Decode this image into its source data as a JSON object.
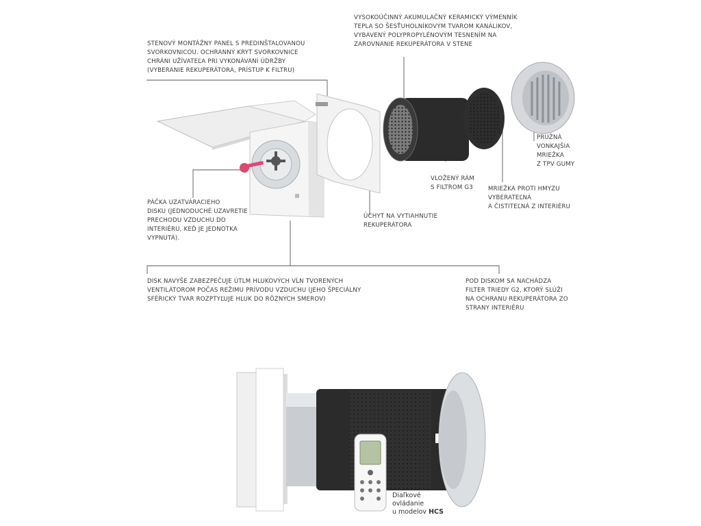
{
  "labels": {
    "heat_exchanger": "VYSOKOÚČINNÝ AKUMULAČNÝ KERAMICKÝ VÝMENNÍK\nTEPLA SO ŠESŤUHOLNÍKOVÝM TVAROM KANÁLIKOV,\nVYBAVENÝ POLYPROPYLÉNOVÝM TESNENÍM NA\nZAROVNANIE REKUPERÁTORA V STENE",
    "wall_panel": "STENOVÝ MONTÁŽNY PANEL S PREDINŠTALOVANOU\nSVORKOVNICOU. OCHRANNÝ KRYT SVORKOVNICE\nCHRÁNI UŽÍVATEĽA PRI VYKONÁVANÍ ÚDRŽBY\n(VYBERANIE REKUPERÁTORA, PRÍSTUP K FILTRU)",
    "outer_grille": "PRUŽNÁ\nVONKAJŠIA\nMRIEŽKA\nZ TPV GUMY",
    "filter_frame": "VLOŽENÝ RÁM\nS FILTROM G3",
    "insect_mesh": "MRIEŽKA PROTI HMYZU\nVYBERATEĽNÁ\nA ČISTITEĽNÁ Z INTERIÉRU",
    "lever": "PÁČKA UZATVÁRACIEHO\nDISKU (JEDNODUCHÉ UZAVRETIE\nPRECHODU VZDUCHU DO\nINTERIÉRU, KEĎ JE JEDNOTKA\nVYPNUTÁ).",
    "pull_grip": "ÚCHYT NA VYTIAHNUTIE\nREKUPERÁTORA",
    "disk_noise": "DISK NAVYŠE ZABEZPEČUJE ÚTLM HLUKOVÝCH VĹN TVORENÝCH\nVENTILÁTOROM POČAS REŽIMU PRÍVODU VZDUCHU (JEHO ŠPECIÁLNY\nSFÉRICKÝ TVAR ROZPTYĽUJE HLUK DO RÔZNYCH SMEROV)",
    "g2_filter": "POD DISKOM SA NACHÁDZA\nFILTER TRIEDY G2, KTORÝ SLÚŽI\nNA OCHRANU REKUPERÁTORA ZO\nSTRANY INTERIÉRU"
  },
  "caption": {
    "remote_line1": "Diaľkové",
    "remote_line2": "ovládanie",
    "remote_line3": "u modelov ",
    "remote_model": "HCS"
  },
  "colors": {
    "label_text": "#3a3a3a",
    "leader_line": "#555555",
    "lever_pink": "#e2466f",
    "foam_dark": "#2b2b2b",
    "metal": "#c9cdd2"
  }
}
